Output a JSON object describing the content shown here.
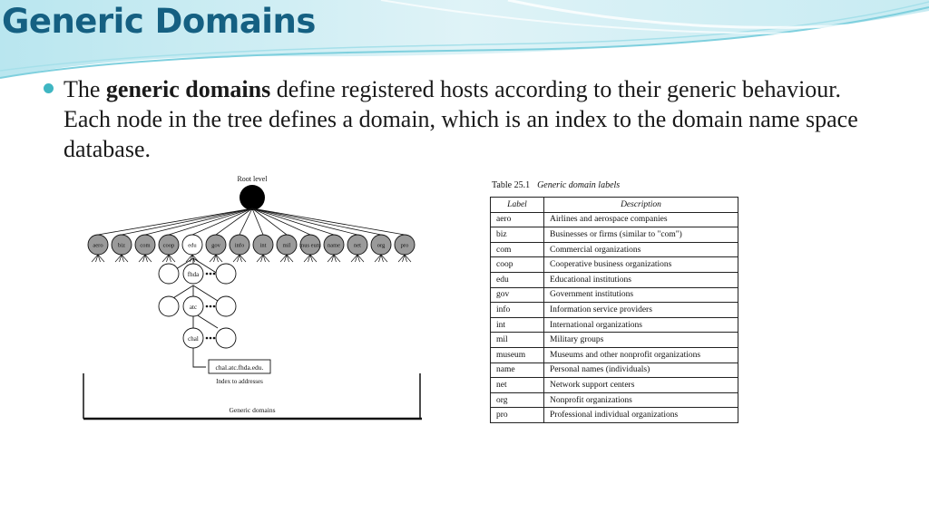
{
  "slide": {
    "title": "Generic Domains",
    "bullet": {
      "pre": "The ",
      "bold": "generic domains",
      "post": " define registered hosts according to their generic behaviour. Each node in the tree defines a domain, which is an index to the domain name space database."
    }
  },
  "tree": {
    "root_label": "Root level",
    "top_nodes": [
      "aero",
      "biz",
      "com",
      "coop",
      "edu",
      "gov",
      "info",
      "int",
      "mil",
      "mus eum",
      "name",
      "net",
      "org",
      "pro"
    ],
    "fhda_label": "fhda",
    "atc_label": "atc",
    "chal_label": "chal",
    "address": "chal.atc.fhda.edu.",
    "index_label": "Index to addresses",
    "caption": "Generic domains"
  },
  "table": {
    "number": "Table 25.1",
    "caption": "Generic domain labels",
    "headers": [
      "Label",
      "Description"
    ],
    "rows": [
      [
        "aero",
        "Airlines and aerospace companies"
      ],
      [
        "biz",
        "Businesses or firms (similar to \"com\")"
      ],
      [
        "com",
        "Commercial organizations"
      ],
      [
        "coop",
        "Cooperative business organizations"
      ],
      [
        "edu",
        "Educational institutions"
      ],
      [
        "gov",
        "Government institutions"
      ],
      [
        "info",
        "Information service providers"
      ],
      [
        "int",
        "International organizations"
      ],
      [
        "mil",
        "Military groups"
      ],
      [
        "museum",
        "Museums and other nonprofit organizations"
      ],
      [
        "name",
        "Personal names (individuals)"
      ],
      [
        "net",
        "Network support centers"
      ],
      [
        "org",
        "Nonprofit organizations"
      ],
      [
        "pro",
        "Professional individual organizations"
      ]
    ]
  },
  "colors": {
    "title": "#156082",
    "bullet": "#3fb6c2",
    "banner": "#6fc9d9"
  }
}
